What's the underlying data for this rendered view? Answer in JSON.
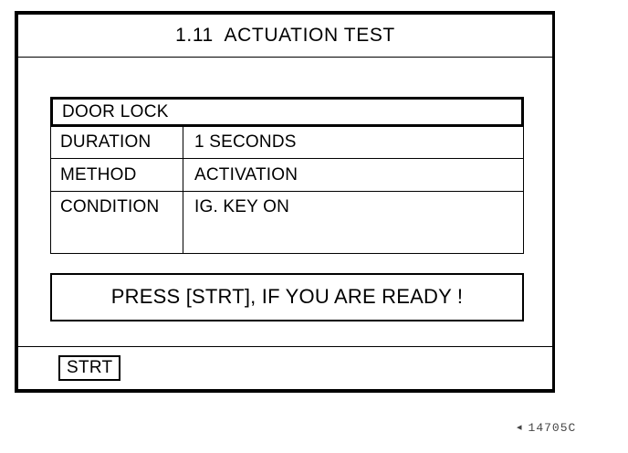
{
  "screen": {
    "title": "1.11  ACTUATION TEST"
  },
  "parameter_table": {
    "header_label": "DOOR LOCK",
    "rows": [
      {
        "label": "DURATION",
        "value": "1 SECONDS"
      },
      {
        "label": "METHOD",
        "value": "ACTIVATION"
      },
      {
        "label": "CONDITION",
        "value": "IG. KEY ON"
      }
    ]
  },
  "message": {
    "text": "PRESS [STRT], IF YOU ARE READY !"
  },
  "softkeys": {
    "strt_label": "STRT"
  },
  "caption": {
    "mark": "◂",
    "code": "14705C"
  },
  "colors": {
    "ink": "#000000",
    "paper": "#ffffff"
  }
}
